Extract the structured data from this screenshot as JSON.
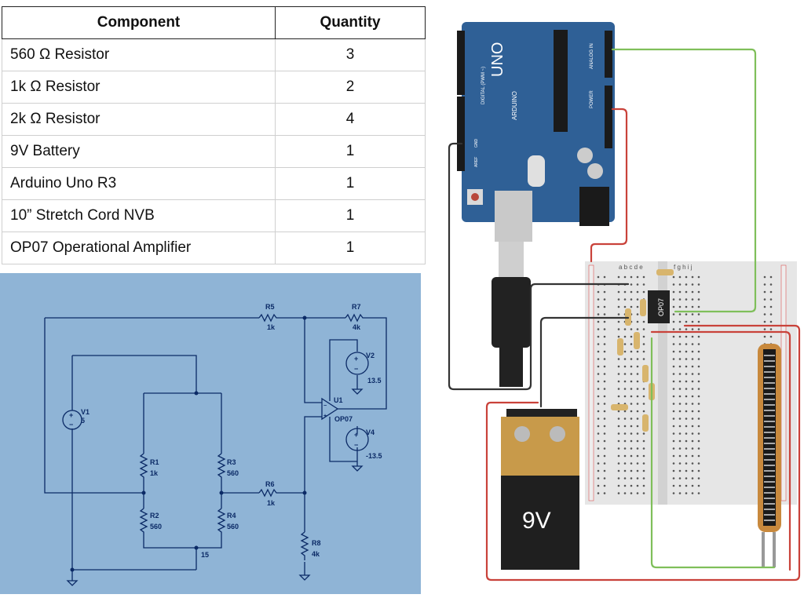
{
  "bom": {
    "headers": [
      "Component",
      "Quantity"
    ],
    "rows": [
      {
        "component": "560 Ω Resistor",
        "qty": "3"
      },
      {
        "component": "1k Ω Resistor",
        "qty": "2"
      },
      {
        "component": "2k Ω Resistor",
        "qty": "4"
      },
      {
        "component": "9V Battery",
        "qty": "1"
      },
      {
        "component": "Arduino Uno R3",
        "qty": "1"
      },
      {
        "component": "10” Stretch Cord NVB",
        "qty": "1"
      },
      {
        "component": "OP07 Operational Amplifier",
        "qty": "1"
      }
    ]
  },
  "schematic": {
    "labels": {
      "r1": "R1",
      "r1_val": "1k",
      "r2": "R2",
      "r2_val": "560",
      "r3": "R3",
      "r3_val": "560",
      "r4": "R4",
      "r4_val": "560",
      "r5": "R5",
      "r5_val": "1k",
      "r6": "R6",
      "r6_val": "1k",
      "r7": "R7",
      "r7_val": "4k",
      "r8": "R8",
      "r8_val": "4k",
      "v1": "V1",
      "v1_val": "5",
      "v2": "V2",
      "v2_val": "13.5",
      "v4": "V4",
      "v4_val": "-13.5",
      "u1": "U1",
      "u1_val": "OP07",
      "node15": "15"
    },
    "colors": {
      "background": "#8fb4d6",
      "wire": "#0b2a66"
    }
  },
  "breadboard_view": {
    "arduino": {
      "brand": "UNO",
      "sub": "ARDUINO",
      "digital": "DIGITAL (PWM ~)",
      "analog": "ANALOG IN",
      "power": "POWER",
      "aref": "AREF",
      "gnd": "GND"
    },
    "op_amp_label": "OP07",
    "battery_label": "9V",
    "bb_columns_left": "a b c d e",
    "bb_columns_right": "f g h i j",
    "colors": {
      "board": "#2f6096",
      "wire_red": "#c9423a",
      "wire_green": "#7fbf5a",
      "wire_black": "#333333",
      "battery_top": "#c89a4a"
    }
  }
}
